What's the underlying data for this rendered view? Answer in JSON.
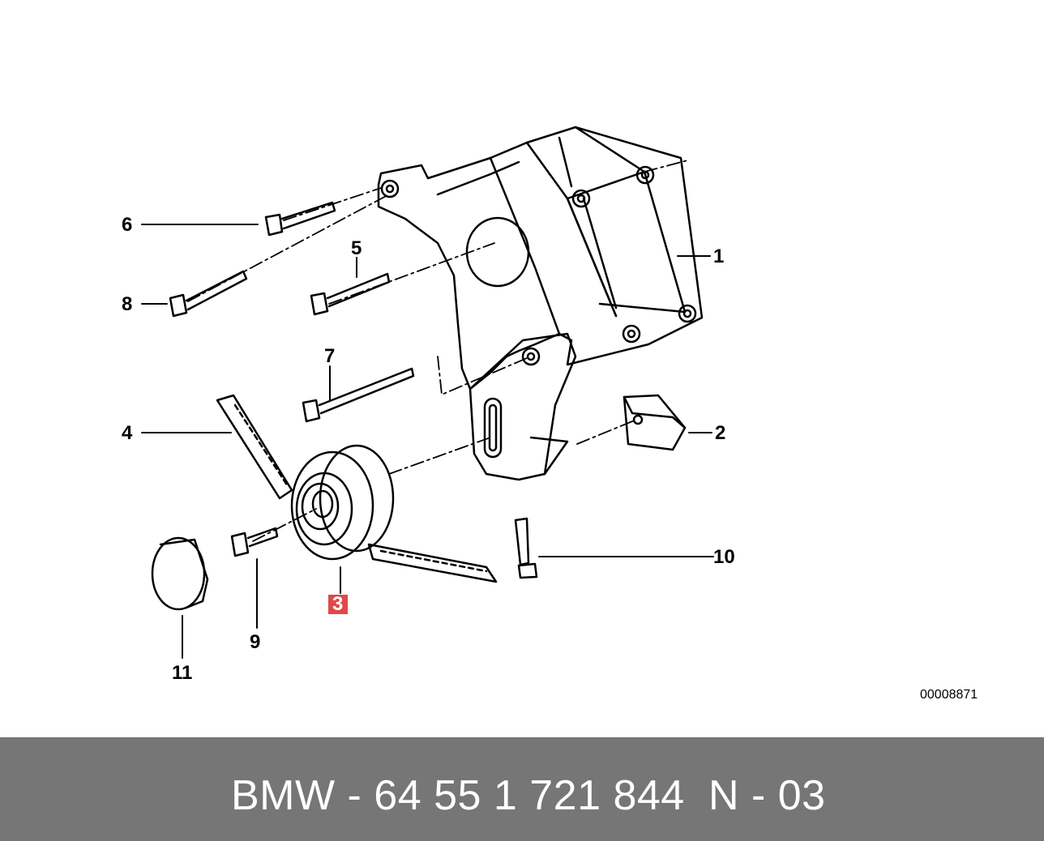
{
  "diagram": {
    "reference_number": "00008871",
    "callouts": [
      {
        "id": "1",
        "highlighted": false
      },
      {
        "id": "2",
        "highlighted": false
      },
      {
        "id": "3",
        "highlighted": true
      },
      {
        "id": "4",
        "highlighted": false
      },
      {
        "id": "5",
        "highlighted": false
      },
      {
        "id": "6",
        "highlighted": false
      },
      {
        "id": "7",
        "highlighted": false
      },
      {
        "id": "8",
        "highlighted": false
      },
      {
        "id": "9",
        "highlighted": false
      },
      {
        "id": "10",
        "highlighted": false
      },
      {
        "id": "11",
        "highlighted": false
      }
    ],
    "highlight_color": "#e04848"
  },
  "footer": {
    "part_text": "BMW - 64 55 1 721 844",
    "position_text": "N - 03",
    "background_color": "#767676"
  }
}
